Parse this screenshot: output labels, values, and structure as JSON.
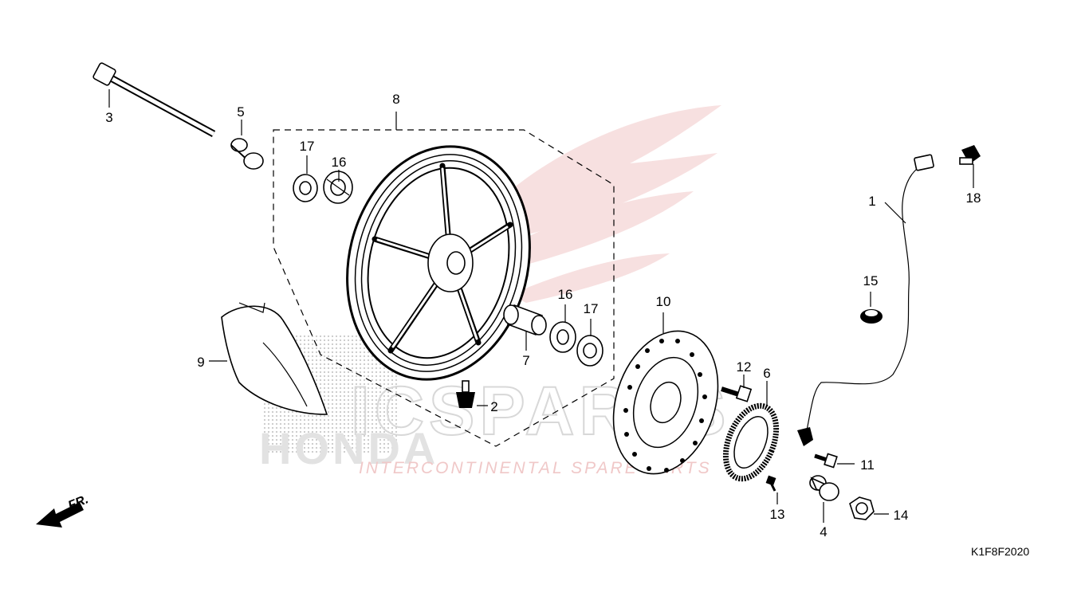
{
  "watermark": {
    "brand": "ICSPARTS",
    "tagline": "INTERCONTINENTAL SPARE PARTS",
    "honda": "HONDA"
  },
  "direction_label": "FR.",
  "diagram_code": "K1F8F2020",
  "callouts": {
    "c1": "1",
    "c2": "2",
    "c3": "3",
    "c4": "4",
    "c5": "5",
    "c6": "6",
    "c7": "7",
    "c8": "8",
    "c9": "9",
    "c10": "10",
    "c11": "11",
    "c12": "12",
    "c13": "13",
    "c14": "14",
    "c15": "15",
    "c16a": "16",
    "c16b": "16",
    "c17a": "17",
    "c17b": "17",
    "c18": "18"
  }
}
